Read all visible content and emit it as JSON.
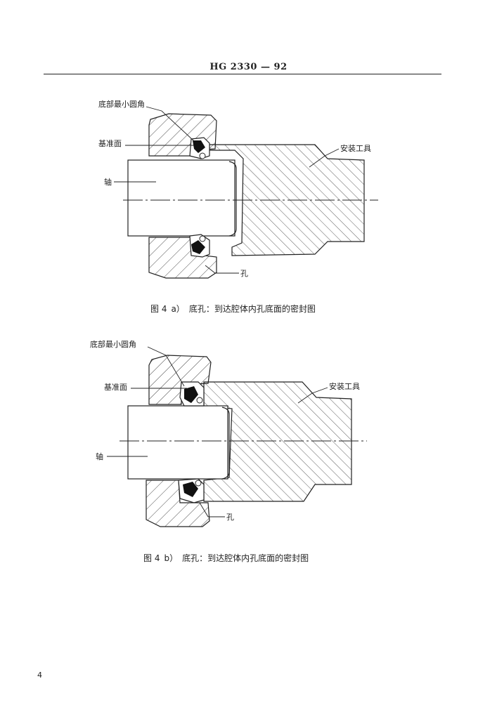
{
  "header": {
    "title": "HG 2330 — 92"
  },
  "figure_a": {
    "labels": {
      "min_chamfer": "底部最小圆角",
      "reference_face": "基准面",
      "installation_tool": "安装工具",
      "shaft": "轴",
      "bore": "孔"
    },
    "caption": {
      "number": "图 4",
      "part": "a）",
      "text": "底孔：到达腔体内孔底面的密封图"
    }
  },
  "figure_b": {
    "labels": {
      "min_chamfer": "底部最小圆角",
      "reference_face": "基准面",
      "installation_tool": "安装工具",
      "shaft": "轴",
      "bore": "孔"
    },
    "caption": {
      "number": "图 4",
      "part": "b）",
      "text": "底孔：到达腔体内孔底面的密封图"
    }
  },
  "page_number": "4"
}
